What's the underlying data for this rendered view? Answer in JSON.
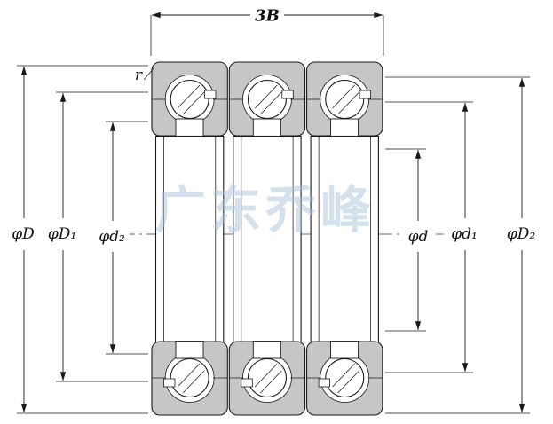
{
  "page": {
    "title": "Triple-row angular contact bearing cross-section drawing"
  },
  "watermark": {
    "text": "广东乔峰"
  },
  "labels": {
    "width_3b": "3B",
    "radius_r": "r",
    "phi_D": "φD",
    "phi_D1": "φD₁",
    "phi_d2": "φd₂",
    "phi_d": "φd",
    "phi_d1": "φd₁",
    "phi_D2": "φD₂"
  },
  "colors": {
    "background": "#ffffff",
    "line": "#1a1a1a",
    "ring_fill": "#c6c6c6",
    "watermark": "#a9c4da"
  }
}
